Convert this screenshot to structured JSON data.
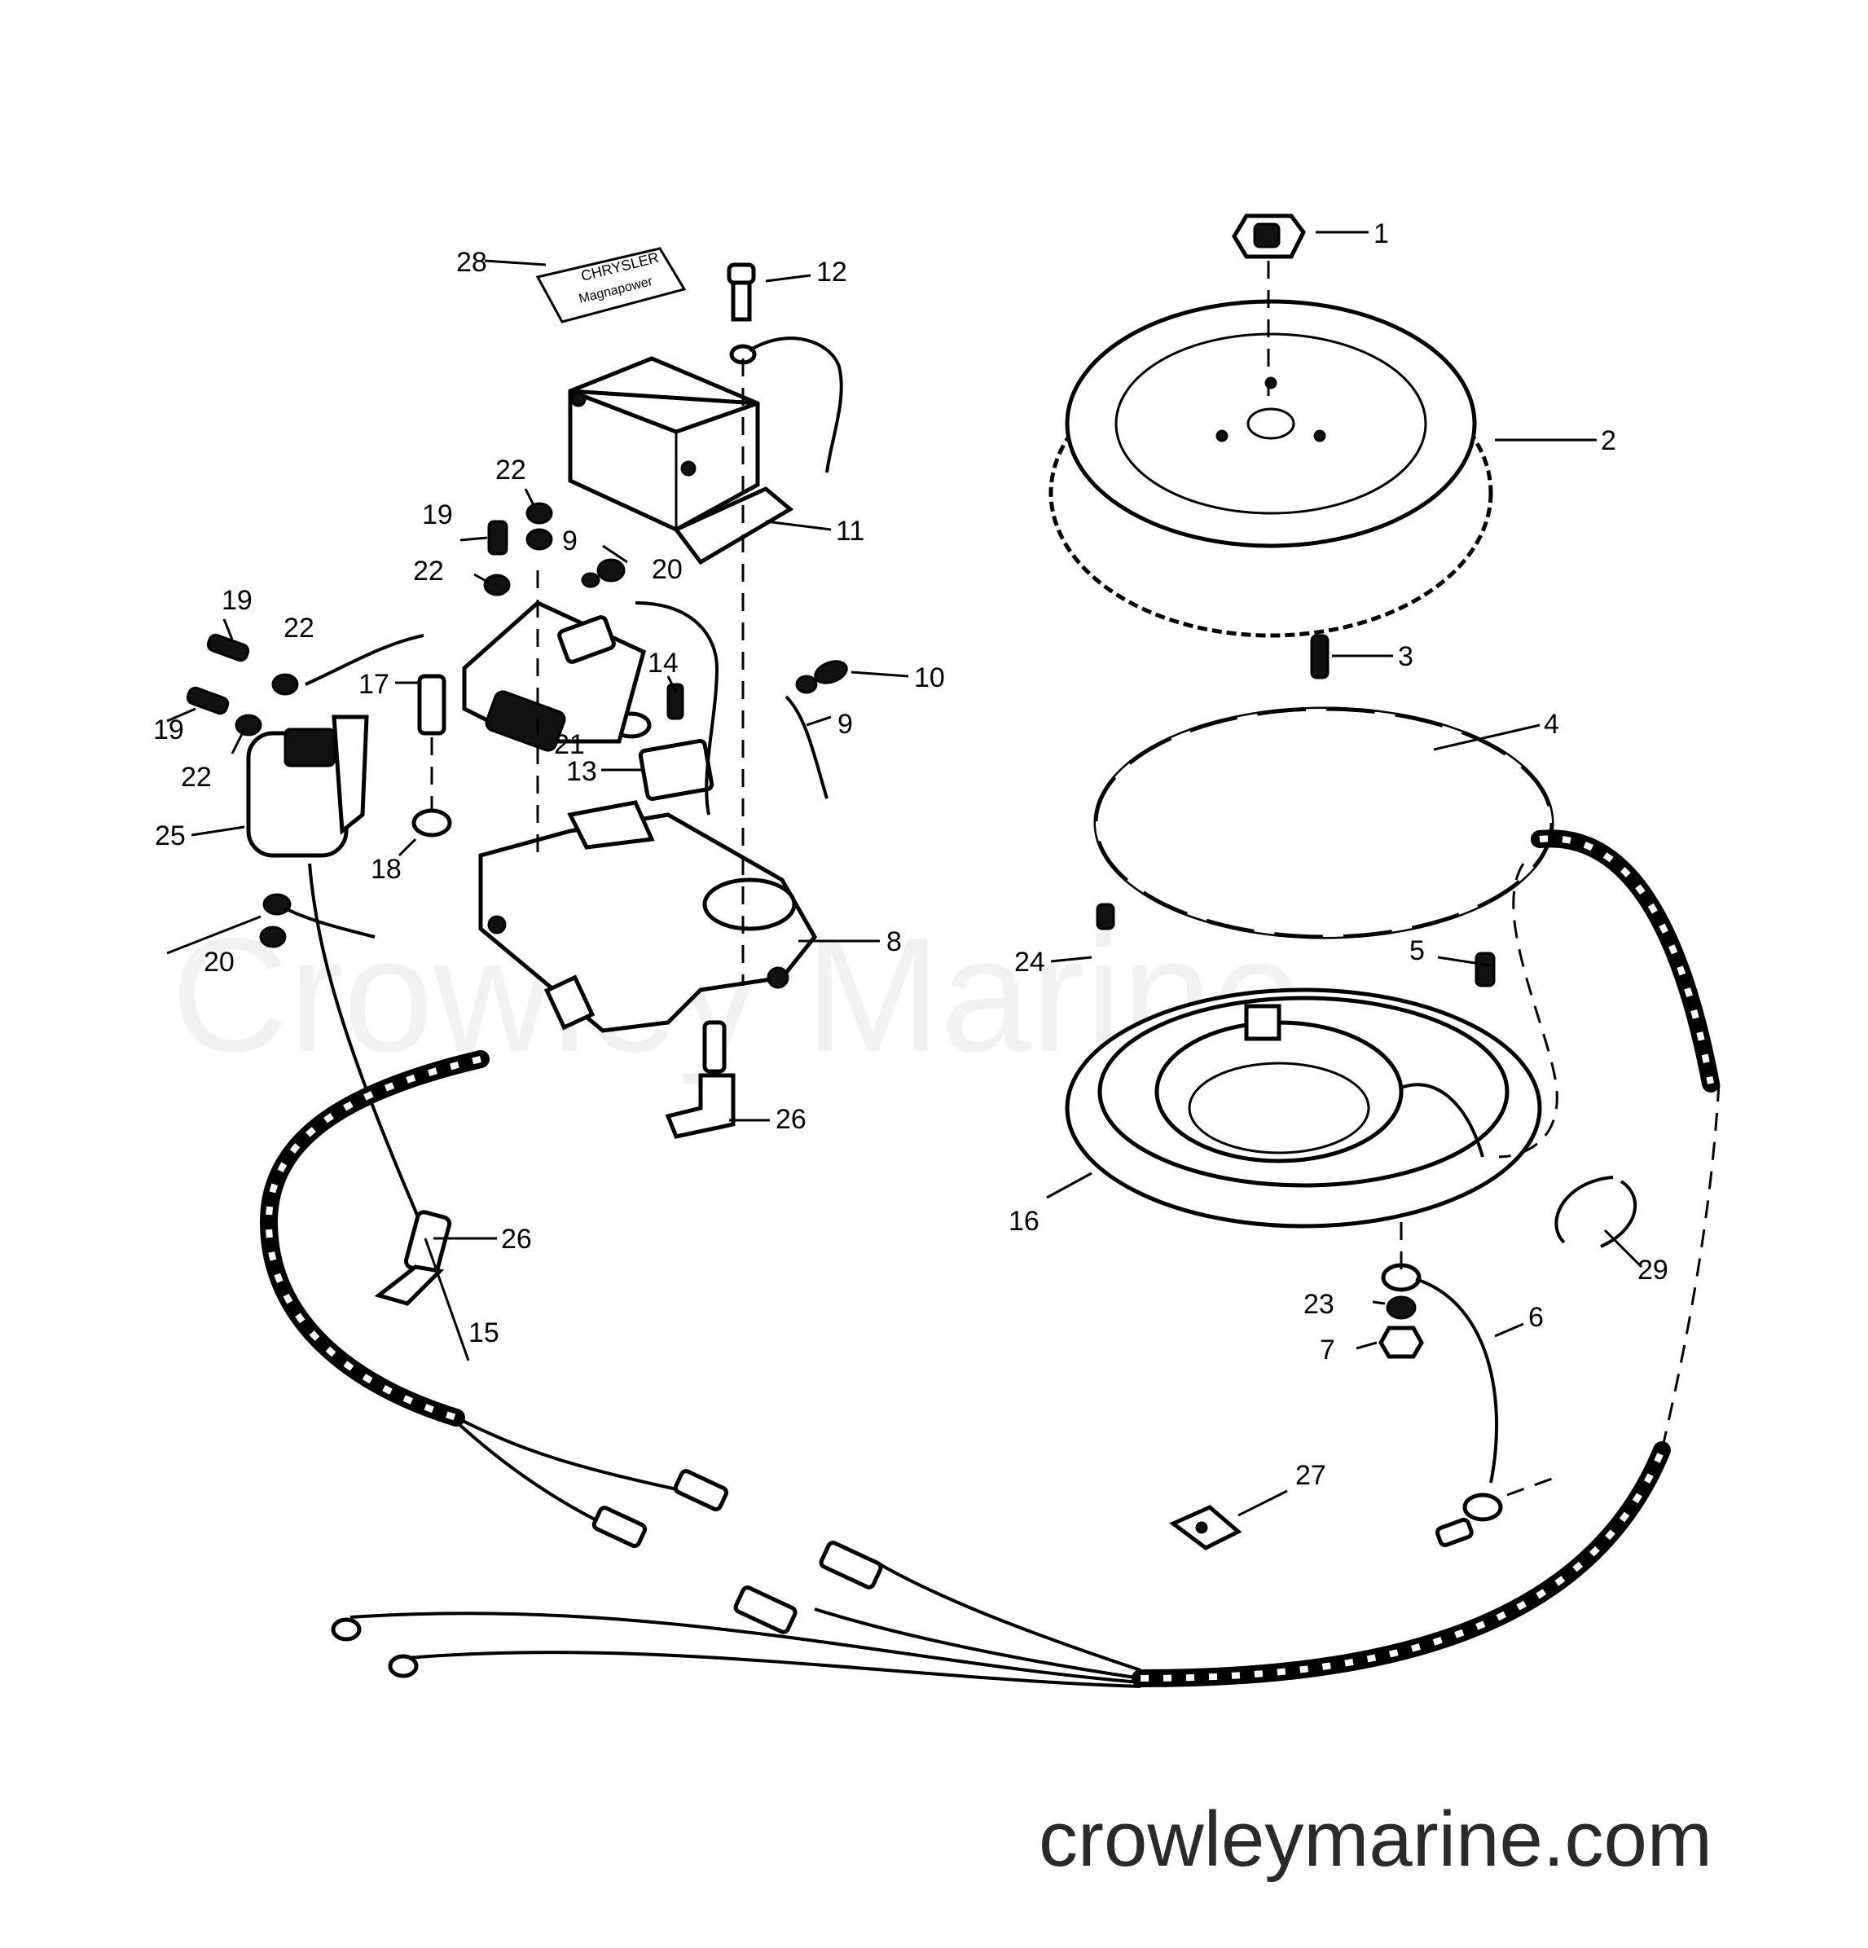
{
  "watermark": "Crowley Marine",
  "site_text": "crowleymarine.com",
  "label_card_text": [
    "CHRYSLER",
    "Magnapower"
  ],
  "callouts": {
    "c1": "1",
    "c2": "2",
    "c3": "3",
    "c4": "4",
    "c5": "5",
    "c6": "6",
    "c7": "7",
    "c8": "8",
    "c9a": "9",
    "c9b": "9",
    "c10": "10",
    "c11": "11",
    "c12": "12",
    "c13": "13",
    "c14": "14",
    "c15": "15",
    "c16": "16",
    "c17": "17",
    "c18": "18",
    "c19a": "19",
    "c19b": "19",
    "c19c": "19",
    "c20a": "20",
    "c20b": "20",
    "c21": "21",
    "c22a": "22",
    "c22b": "22",
    "c22c": "22",
    "c22d": "22",
    "c23": "23",
    "c24": "24",
    "c25": "25",
    "c26a": "26",
    "c26b": "26",
    "c27": "27",
    "c28": "28",
    "c29": "29"
  }
}
